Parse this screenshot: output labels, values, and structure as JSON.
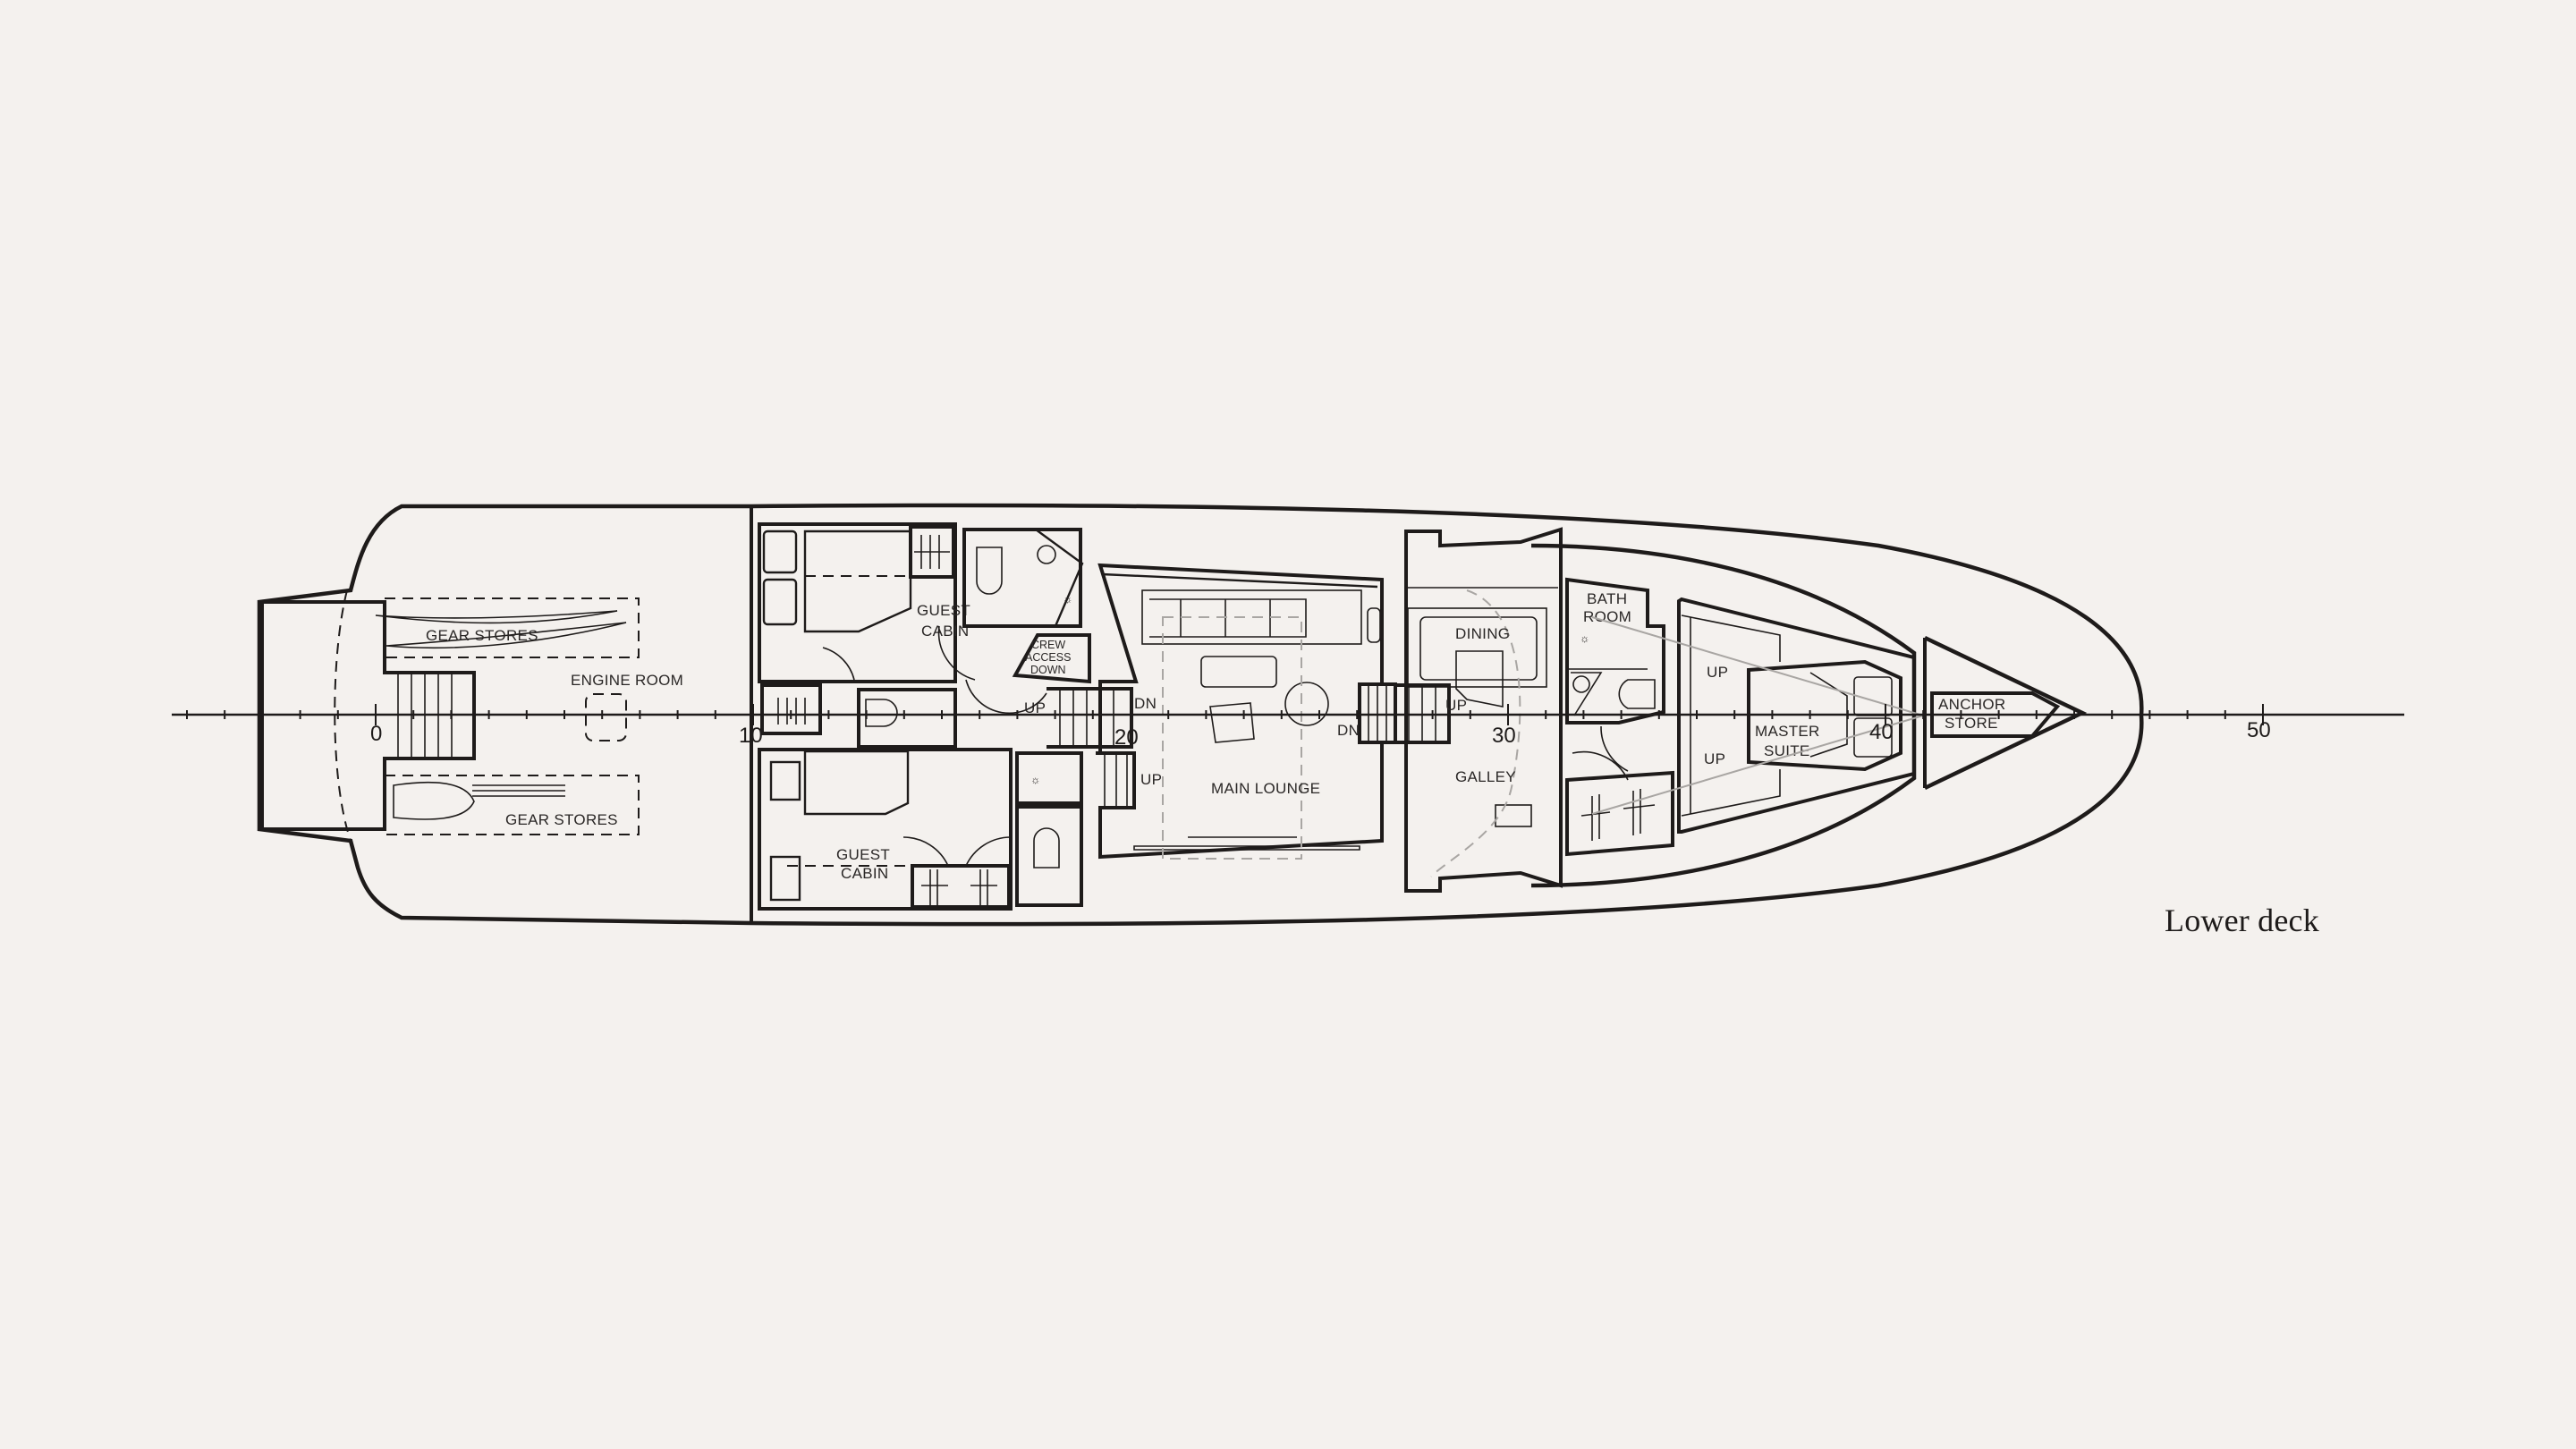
{
  "caption": "Lower deck",
  "scale": {
    "labels": [
      "0",
      "10",
      "20",
      "30",
      "40",
      "50"
    ],
    "unit_step": 10
  },
  "rooms": {
    "gear_stores_port": "GEAR STORES",
    "gear_stores_starboard": "GEAR STORES",
    "engine_room": "ENGINE ROOM",
    "guest_cabin_upper_line1": "GUEST",
    "guest_cabin_upper_line2": "CABIN",
    "guest_cabin_lower_line1": "GUEST",
    "guest_cabin_lower_line2": "CABIN",
    "crew_access_line1": "CREW",
    "crew_access_line2": "ACCESS",
    "crew_access_line3": "DOWN",
    "main_lounge": "MAIN LOUNGE",
    "dining": "DINING",
    "galley": "GALLEY",
    "bathroom_line1": "BATH",
    "bathroom_line2": "ROOM",
    "master_suite_line1": "MASTER",
    "master_suite_line2": "SUITE",
    "anchor_store_line1": "ANCHOR",
    "anchor_store_line2": "STORE"
  },
  "stair_labels": {
    "crew_up": "UP",
    "lounge_dn_left": "DN",
    "lounge_up_left": "UP",
    "lounge_dn_right": "DN",
    "dining_up": "UP",
    "master_up_top": "UP",
    "master_up_bottom": "UP"
  },
  "colors": {
    "background": "#f4f1ee",
    "ink": "#1e1b1a",
    "ghost": "#a9a6a3"
  }
}
